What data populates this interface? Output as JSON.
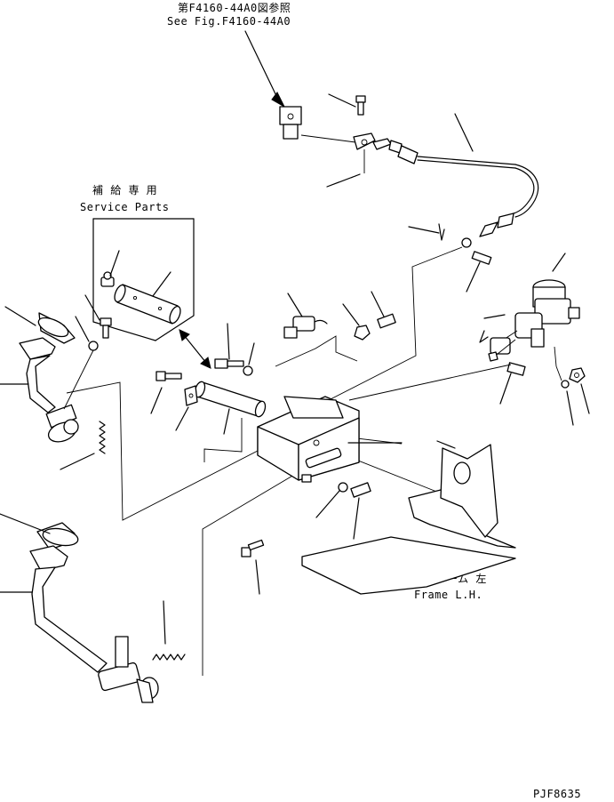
{
  "labels": {
    "ref_jp": "第F4160-44A0図参照",
    "ref_en": "See Fig.F4160-44A0",
    "service_jp": "補 給 専 用",
    "service_en": "Service Parts",
    "frame_jp": "フレーム 左",
    "frame_en": "Frame L.H.",
    "drawing_code": "PJF8635"
  }
}
